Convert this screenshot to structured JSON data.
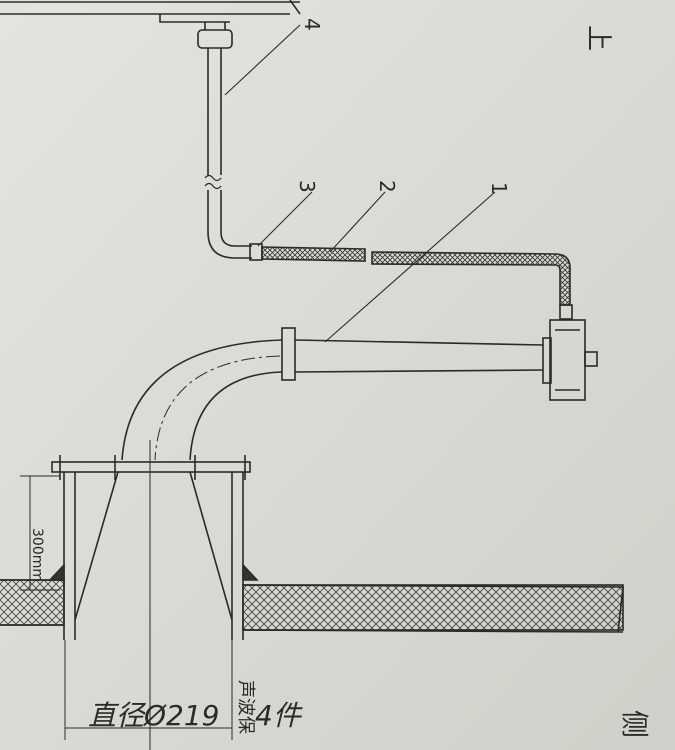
{
  "drawing": {
    "callouts": [
      "1",
      "2",
      "3",
      "4"
    ],
    "height_dimension": "300mm",
    "diameter_note": "直径Ø219",
    "quantity_note": "4件",
    "side_label_vertical": "声波保",
    "corner_label": "侧",
    "top_right_mark": "上"
  },
  "colors": {
    "paper": "#dcddd6",
    "ink": "#2a2a2a",
    "hatch": "#555555"
  }
}
